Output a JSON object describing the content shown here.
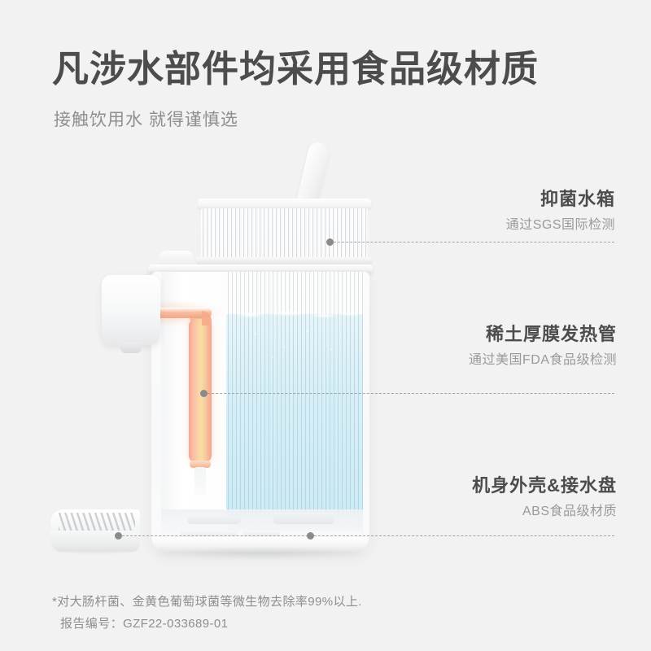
{
  "page": {
    "background_color": "#f2f2f2",
    "headline": "凡涉水部件均采用食品级材质",
    "subhead": "接触饮用水 就得谨慎选"
  },
  "colors": {
    "heading_text": "#4c4c4c",
    "sub_text": "#8e8e8e",
    "callout_title": "#4c4c4c",
    "callout_sub": "#9a9a9a",
    "leader_line": "#9c9c9c",
    "marker_dot": "#8a8a8a",
    "water": "#b7e1ef",
    "heating_tube_start": "#f6a78f",
    "heating_tube_mid": "#f7df9f",
    "product_white": "#fbfbfc"
  },
  "callouts": [
    {
      "id": "callout-1",
      "title": "抑菌水箱",
      "subtitle": "通过SGS国际检测",
      "target": "water-tank"
    },
    {
      "id": "callout-2",
      "title": "稀土厚膜发热管",
      "subtitle": "通过美国FDA食品级检测",
      "target": "heating-tube"
    },
    {
      "id": "callout-3",
      "title": "机身外壳&接水盘",
      "subtitle": "ABS食品级材质",
      "target": "housing-and-drip-tray"
    }
  ],
  "product": {
    "name": "instant-hot-water-dispenser",
    "parts": {
      "tank_handle": "tank-handle",
      "water_tank": "water-tank",
      "main_body": "main-body",
      "heating_tube": "heating-tube",
      "spout": "spout",
      "drip_tray": "drip-tray"
    }
  },
  "footnote": {
    "line1": "*对大肠杆菌、金黄色葡萄球菌等微生物去除率99%以上.",
    "line2": "报告编号：GZF22-033689-01"
  }
}
